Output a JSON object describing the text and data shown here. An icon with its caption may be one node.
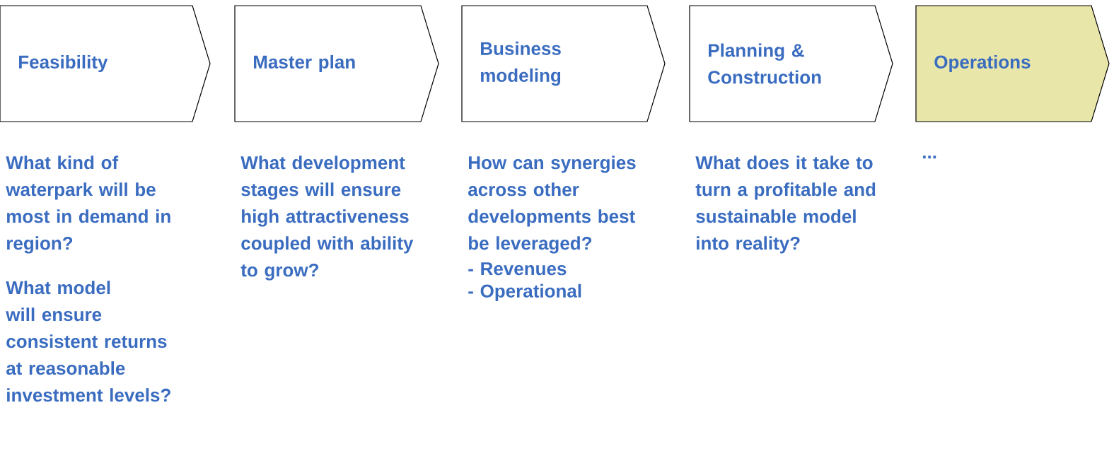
{
  "diagram": {
    "nodes": [
      {
        "text": [
          "Feasibility"
        ],
        "beside": [
          "What kind of waterpark will be most in demand in region?",
          "What model will ensure consistent returns at reasonable investment levels?"
        ]
      },
      {
        "text": [
          "Master plan"
        ],
        "beside": [
          "What development stages will ensure high attractiveness coupled with ability to grow?"
        ]
      },
      {
        "text": [
          "Business modeling"
        ],
        "beside": [
          "How can synergies across other developments best be leveraged?",
          "- Revenues",
          "- Operational"
        ]
      },
      {
        "text": [
          "Planning & Construction"
        ],
        "beside": [
          "What does it take to turn a profitable and sustainable model into reality?"
        ]
      },
      {
        "text": [
          "Operations"
        ],
        "beside": [
          "..."
        ]
      }
    ],
    "edges": []
  }
}
